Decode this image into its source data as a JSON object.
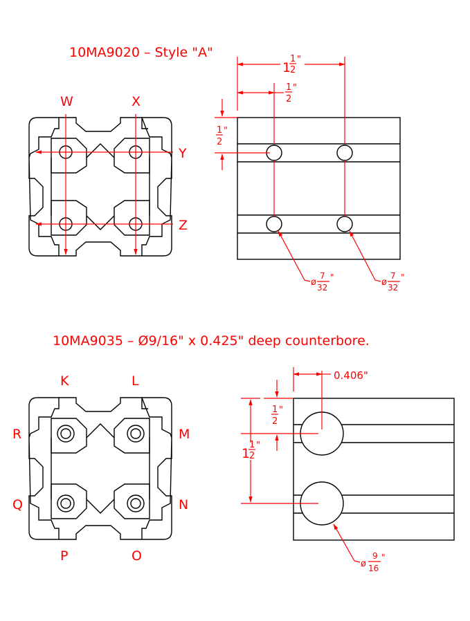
{
  "top": {
    "title": "10MA9020  –  Style \"A\"",
    "labels": {
      "w": "W",
      "x": "X",
      "y": "Y",
      "z": "Z"
    },
    "dim_width": {
      "whole": "1",
      "num": "1",
      "den": "2",
      "unit": "\""
    },
    "dim_offset_x": {
      "num": "1",
      "den": "2",
      "unit": "\""
    },
    "dim_offset_y": {
      "num": "1",
      "den": "2",
      "unit": "\""
    },
    "hole_left": {
      "symbol": "ø",
      "num": "7",
      "den": "32",
      "unit": "\""
    },
    "hole_right": {
      "symbol": "ø",
      "num": "7",
      "den": "32",
      "unit": "\""
    }
  },
  "bottom": {
    "title": "10MA9035  –  Ø9/16\" x 0.425\" deep counterbore.",
    "labels": {
      "k": "K",
      "l": "L",
      "m": "M",
      "n": "N",
      "o": "O",
      "p": "P",
      "q": "Q",
      "r": "R"
    },
    "dim_x": "0.406\"",
    "dim_half": {
      "num": "1",
      "den": "2",
      "unit": "\""
    },
    "dim_spacing": {
      "whole": "1",
      "num": "1",
      "den": "2",
      "unit": "\""
    },
    "hole": {
      "symbol": "ø",
      "num": "9",
      "den": "16",
      "unit": "\""
    }
  },
  "colors": {
    "dimension": "#ff0000",
    "outline": "#000000"
  }
}
